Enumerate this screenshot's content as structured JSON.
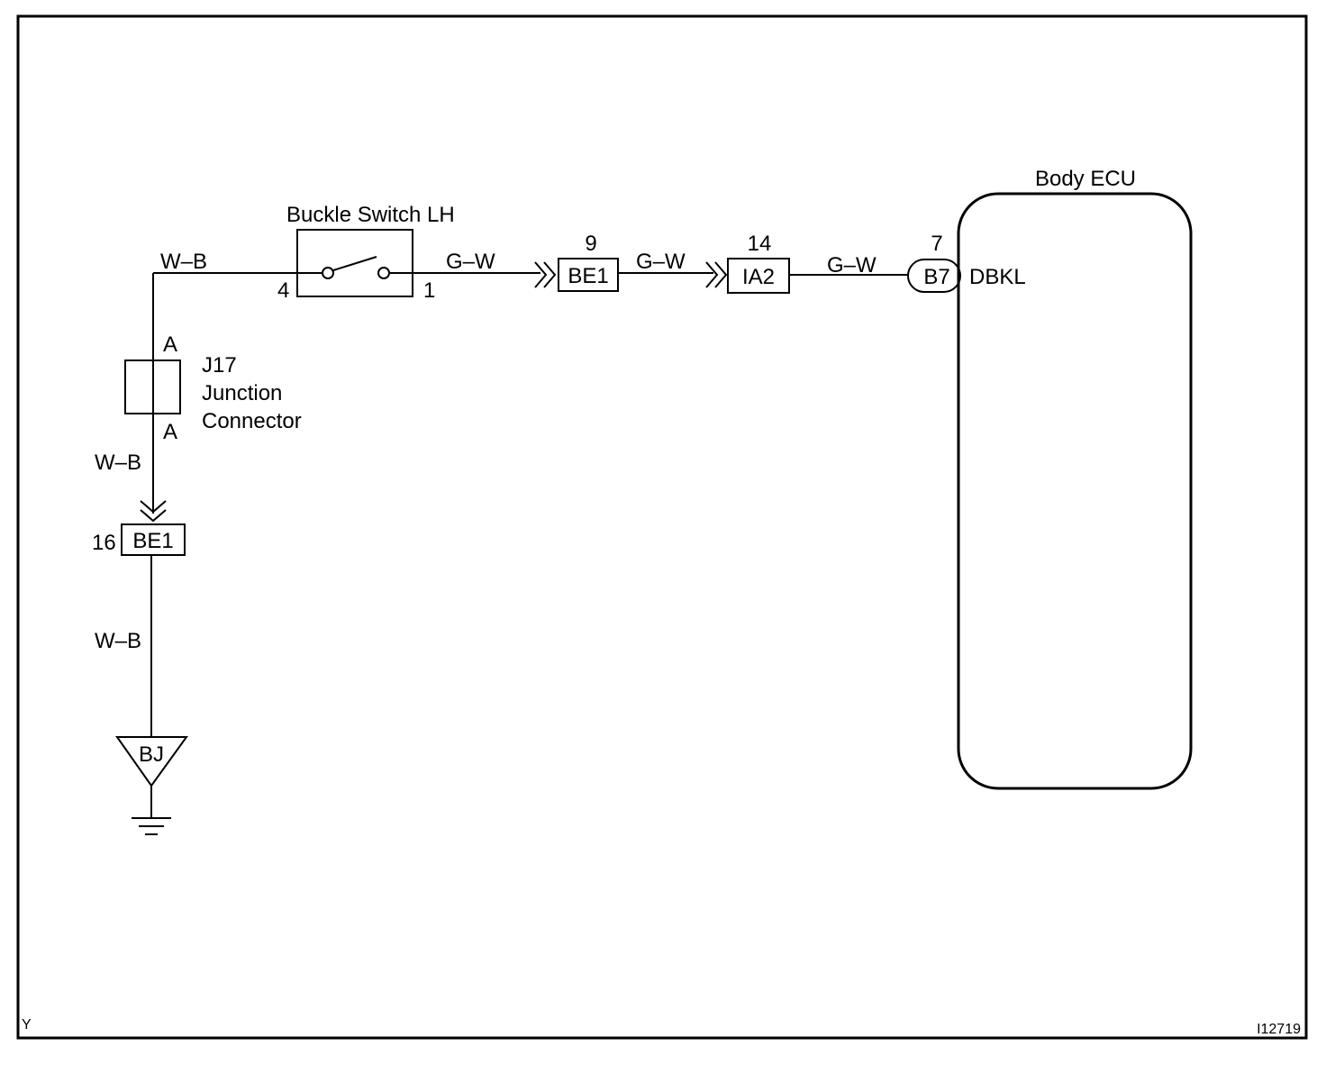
{
  "components": {
    "buckle_switch": {
      "title": "Buckle Switch LH",
      "pin_in": "4",
      "pin_out": "1"
    },
    "junction": {
      "line1": "J17",
      "line2": "Junction",
      "line3": "Connector",
      "pin_top": "A",
      "pin_bottom": "A"
    },
    "connector_be1_top": {
      "label": "BE1",
      "pin": "9"
    },
    "connector_ia2": {
      "label": "IA2",
      "pin": "14"
    },
    "connector_b7": {
      "label": "B7",
      "pin": "7",
      "terminal": "DBKL"
    },
    "connector_be1_bottom": {
      "label": "BE1",
      "pin": "16"
    },
    "ecu": {
      "title": "Body ECU"
    },
    "ground": {
      "label": "BJ"
    }
  },
  "wires": {
    "top_left": "W–B",
    "switch_to_be1": "G–W",
    "be1_to_ia2": "G–W",
    "ia2_to_b7": "G–W",
    "junction_to_be1": "W–B",
    "be1_to_ground": "W–B"
  },
  "footer": {
    "left": "Y",
    "right": "I12719"
  }
}
